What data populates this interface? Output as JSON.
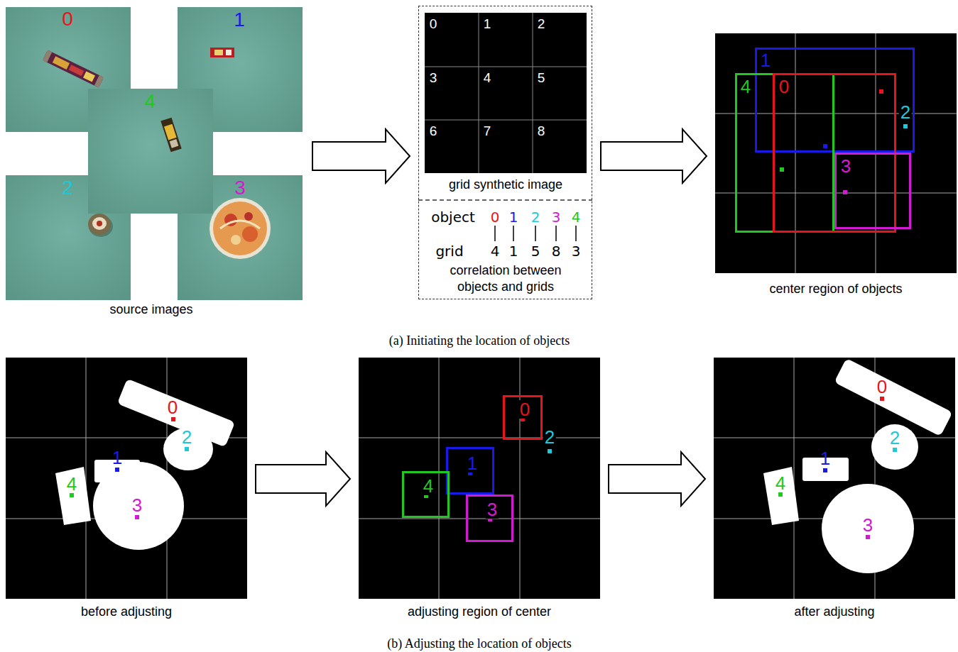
{
  "diagram": {
    "nodes": [
      {
        "text": [
          "source images"
        ]
      },
      {
        "text": [
          "0"
        ],
        "in": 0
      },
      {
        "text": [
          "1"
        ],
        "in": 0
      },
      {
        "text": [
          "4"
        ],
        "in": 0
      },
      {
        "text": [
          "2"
        ],
        "in": 0
      },
      {
        "text": [
          "3"
        ],
        "in": 0
      },
      {
        "text": [
          "grid synthetic image",
          "correlation between objects and grids"
        ]
      },
      {
        "text": [
          "center region of objects"
        ]
      },
      {
        "text": [
          "1"
        ],
        "in": 7
      },
      {
        "text": [
          "4"
        ],
        "in": 7
      },
      {
        "text": [
          "0"
        ],
        "in": 7
      },
      {
        "text": [
          "3"
        ],
        "in": 7
      },
      {
        "text": [
          "before adjusting"
        ]
      },
      {
        "text": [
          "adjusting region of center"
        ]
      },
      {
        "text": [
          "0"
        ],
        "in": 13
      },
      {
        "text": [
          "1"
        ],
        "in": 13
      },
      {
        "text": [
          "4"
        ],
        "in": 13
      },
      {
        "text": [
          "3"
        ],
        "in": 13
      },
      {
        "text": [
          "after adjusting"
        ]
      }
    ],
    "edges": [
      {
        "from": 0,
        "to": 6,
        "arrow": "to"
      },
      {
        "from": 6,
        "to": 7,
        "arrow": "to"
      },
      {
        "from": 12,
        "to": 13,
        "arrow": "to"
      },
      {
        "from": 13,
        "to": 18,
        "arrow": "to"
      }
    ],
    "labels": [
      "0",
      "1",
      "2",
      "3",
      "4",
      "5",
      "6",
      "7",
      "8",
      "object",
      "0",
      "1",
      "2",
      "3",
      "4",
      "grid",
      "4",
      "1",
      "5",
      "8",
      "3",
      "2",
      "(a) Initiating the location of objects",
      "0",
      "2",
      "1",
      "4",
      "3",
      "2",
      "0",
      "2",
      "1",
      "4",
      "3",
      "(b) Adjusting the location of objects"
    ]
  }
}
